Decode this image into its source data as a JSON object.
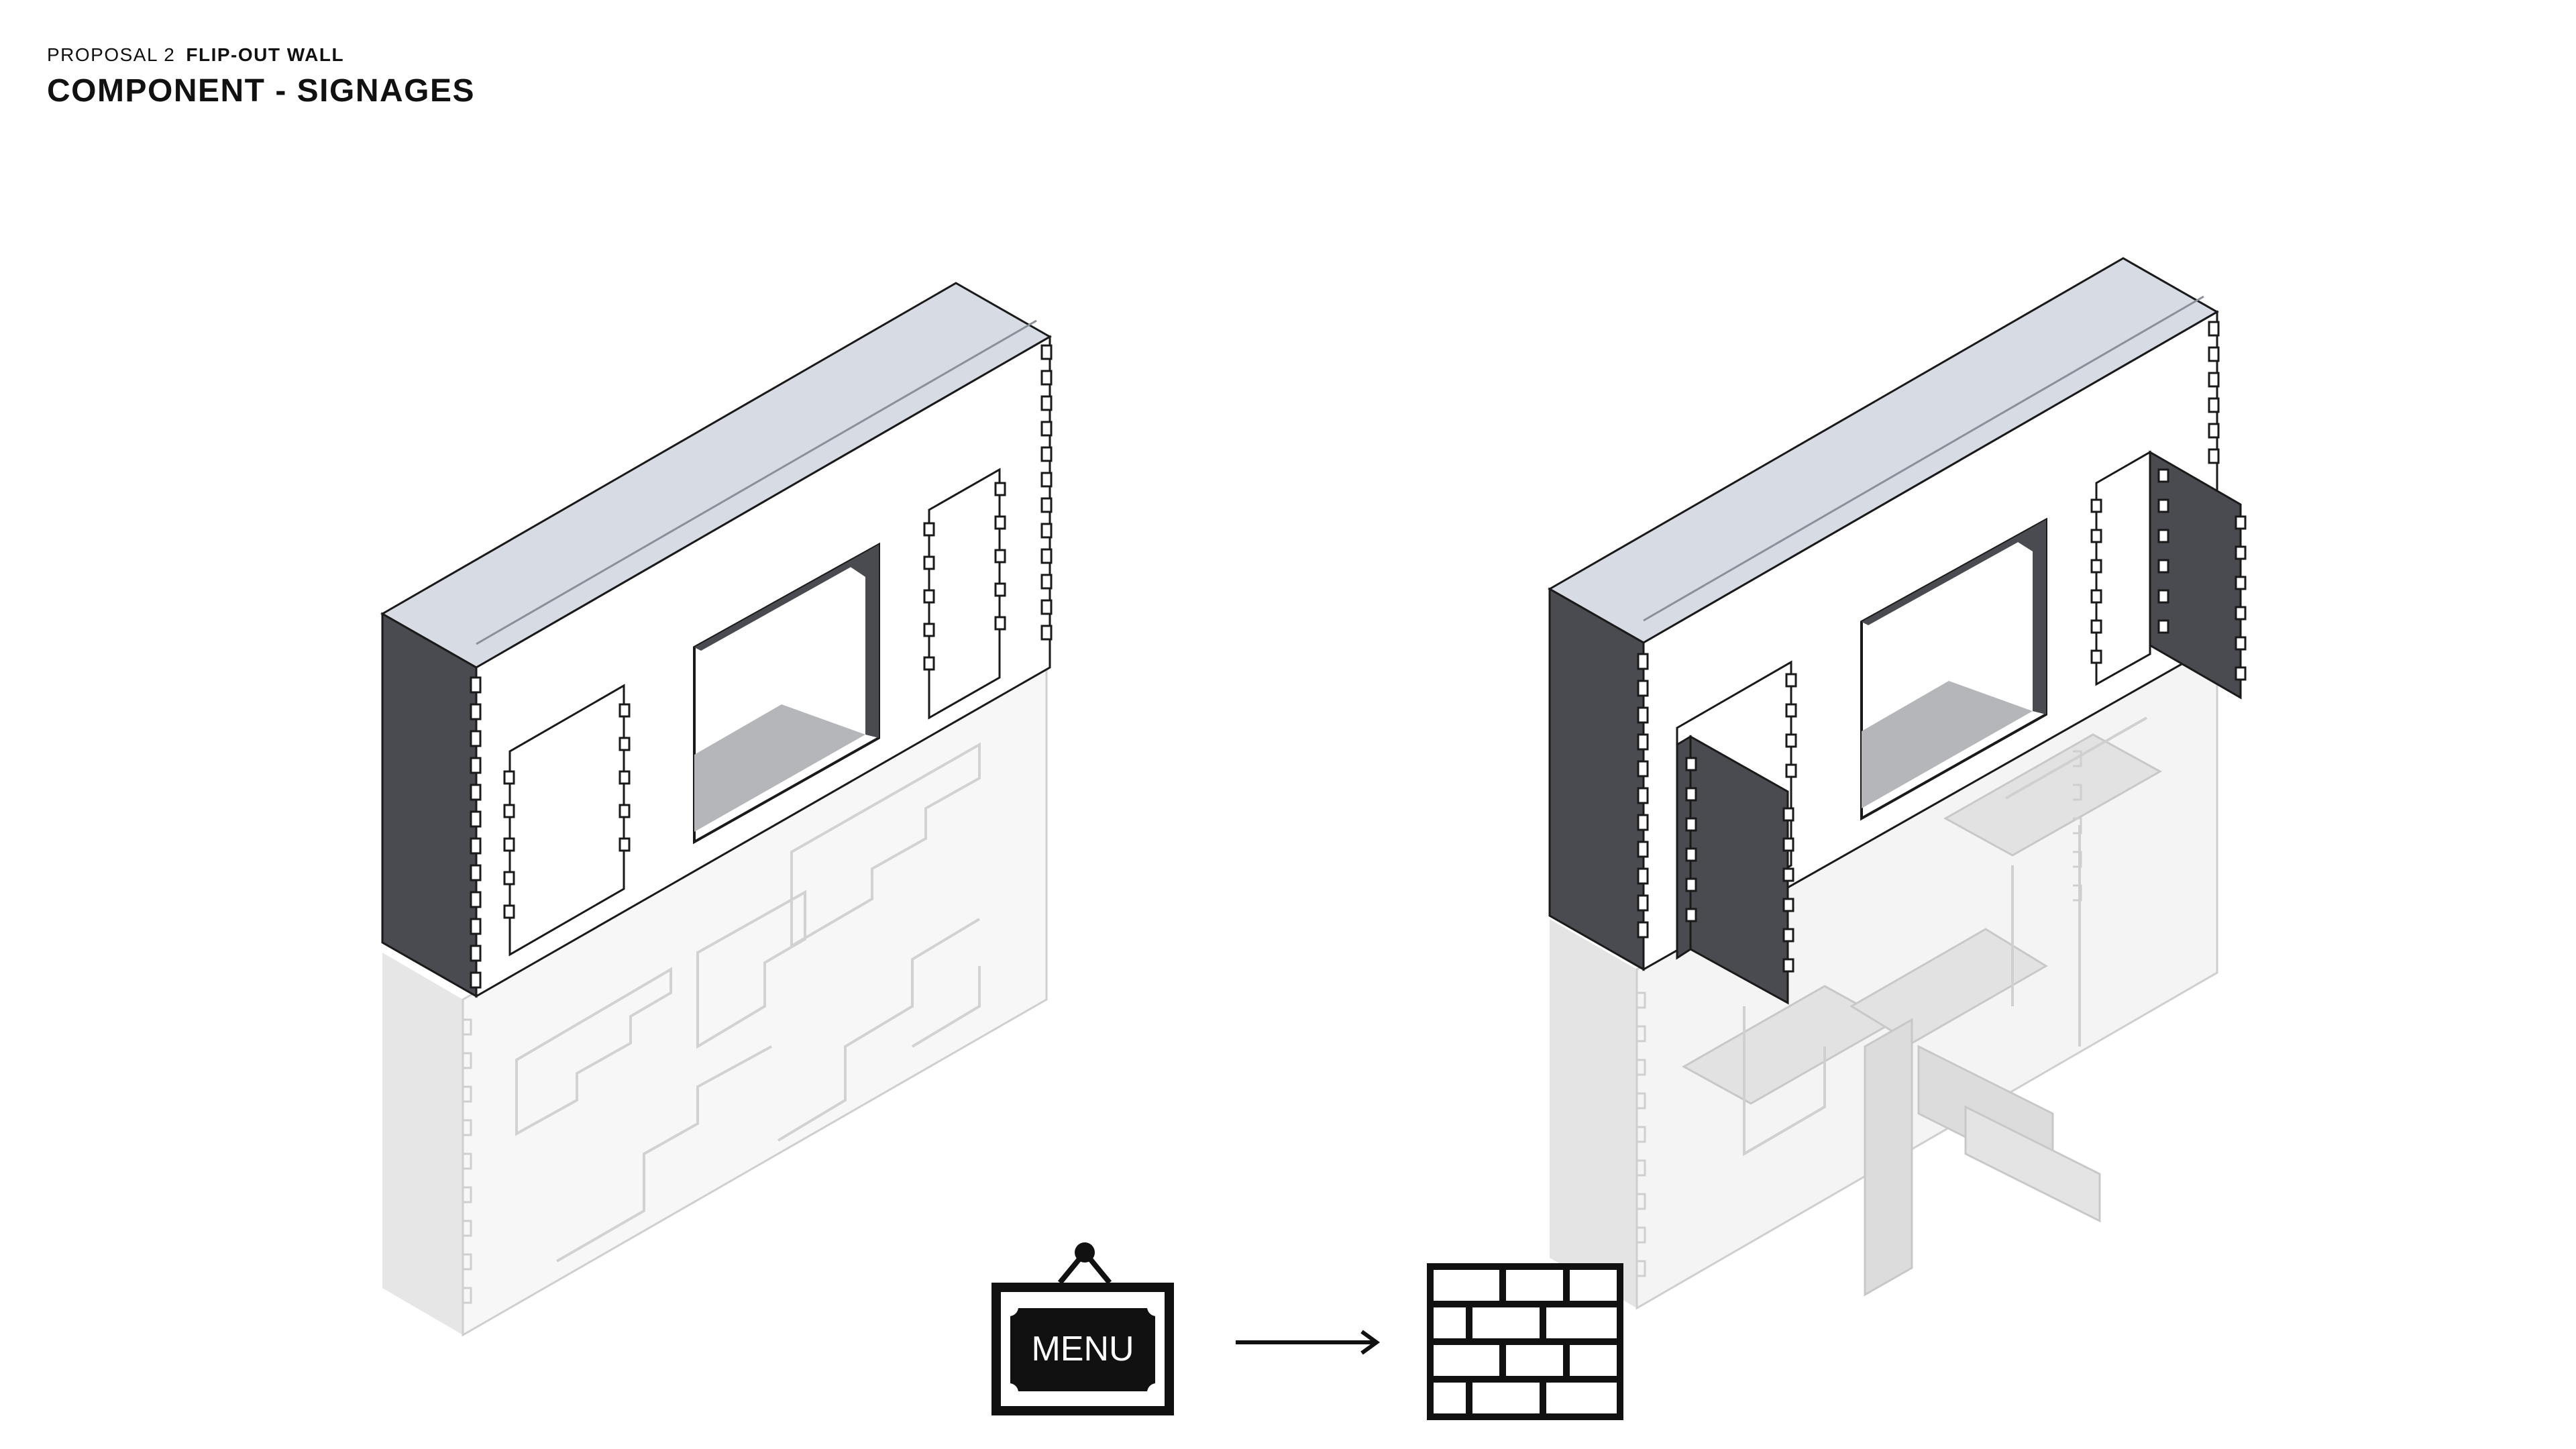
{
  "header": {
    "proposal_label": "PROPOSAL 2",
    "proposal_name": "FLIP-OUT WALL",
    "title": "COMPONENT - SIGNAGES"
  },
  "legend": {
    "sign_text": "MENU",
    "from_icon": "menu-sign-icon",
    "arrow_icon": "arrow-right-icon",
    "to_icon": "brick-wall-icon"
  },
  "views": [
    {
      "name": "closed-wall-axonometric",
      "state": "closed"
    },
    {
      "name": "flipped-out-wall-axonometric",
      "state": "open"
    }
  ],
  "colors": {
    "wall_top": "#d6dbe4",
    "wall_side": "#4a4b50",
    "wall_face": "#ffffff",
    "outline": "#1a1a1a",
    "ghost_fill": "#e9e9e9",
    "ghost_outline": "#c8c8c8",
    "opening_interior": "#b4b6ba"
  }
}
